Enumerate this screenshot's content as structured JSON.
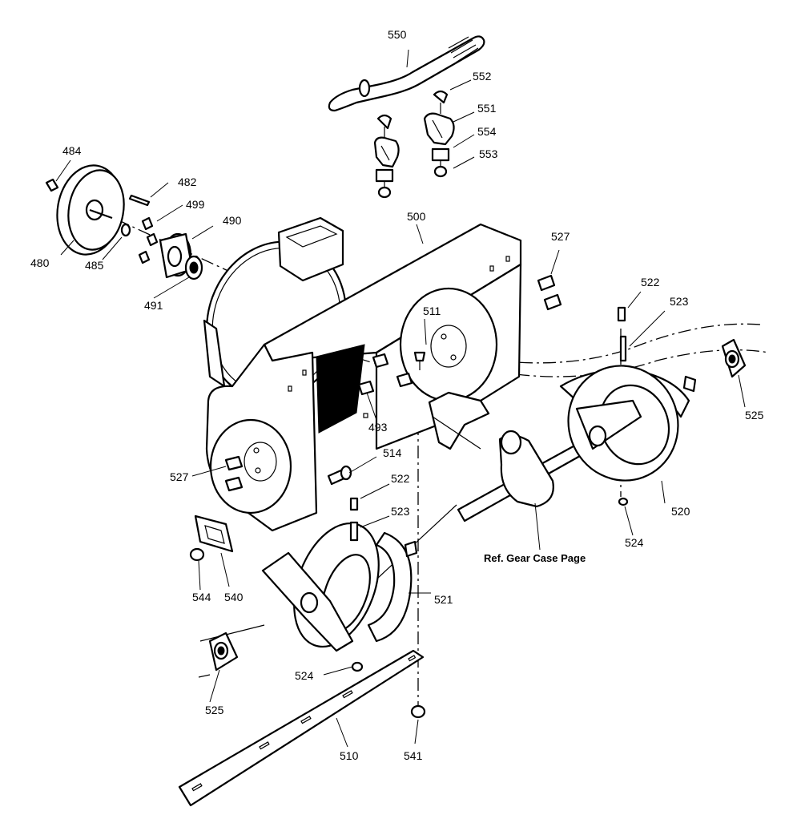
{
  "diagram": {
    "labels": {
      "p480": "480",
      "p484": "484",
      "p485": "485",
      "p482": "482",
      "p499": "499",
      "p490": "490",
      "p491": "491",
      "p500": "500",
      "p550": "550",
      "p552": "552",
      "p551": "551",
      "p554": "554",
      "p553": "553",
      "p527a": "527",
      "p527b": "527",
      "p511": "511",
      "p522a": "522",
      "p522b": "522",
      "p523a": "523",
      "p523b": "523",
      "p493": "493",
      "p514": "514",
      "p525a": "525",
      "p525b": "525",
      "p520": "520",
      "p524a": "524",
      "p524b": "524",
      "p521": "521",
      "p540": "540",
      "p544": "544",
      "p510": "510",
      "p541": "541"
    },
    "reference_note": "Ref. Gear Case Page"
  },
  "colors": {
    "line": "#000000",
    "background": "#ffffff"
  }
}
